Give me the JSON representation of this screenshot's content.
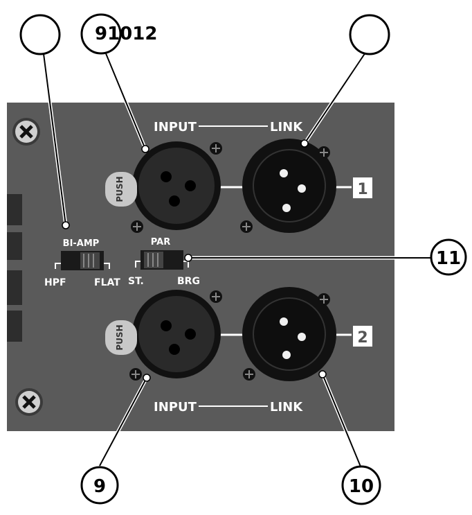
{
  "callouts": {
    "top_left": "",
    "top_center": "91012",
    "top_right": "",
    "right_middle": "11",
    "bottom_left": "9",
    "bottom_right": "10"
  },
  "panel": {
    "top_input": "INPUT",
    "top_link": "LINK",
    "bottom_input": "INPUT",
    "bottom_link": "LINK",
    "channel_1": "1",
    "channel_2": "2",
    "push_top": "PUSH",
    "push_bottom": "PUSH"
  },
  "switch_biamp": {
    "title": "BI-AMP",
    "left": "HPF",
    "right": "FLAT"
  },
  "switch_mode": {
    "title": "PAR",
    "left": "ST.",
    "right": "BRG"
  },
  "colors": {
    "panel": "#5a5a5a",
    "connector_ring": "#111111",
    "connector_face": "#2a2a2a",
    "label_text": "#ffffff",
    "callout_stroke": "#000000"
  }
}
